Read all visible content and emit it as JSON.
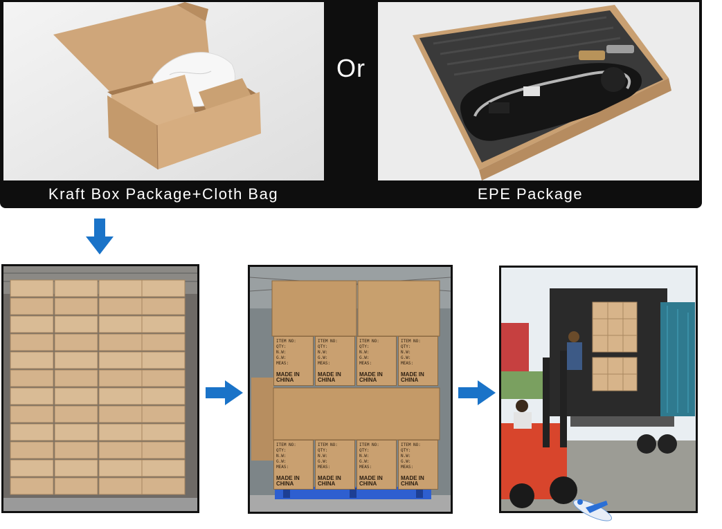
{
  "header": {
    "or_label": "Or",
    "left_caption": "Kraft Box Package+Cloth Bag",
    "right_caption": "EPE Package"
  },
  "cartons": {
    "label_lines": [
      "ITEM NO:",
      "QTY:",
      "N.W:",
      "G.W:",
      "MEAS:"
    ],
    "made_in": "MADE IN CHINA"
  },
  "icons": [
    "arrow-down-icon",
    "arrow-right-icon",
    "arrow-right-icon",
    "airplane-icon"
  ],
  "colors": {
    "arrow": "#1a73c8",
    "kraft": "#c9a378",
    "frame": "#0e0e0e"
  }
}
